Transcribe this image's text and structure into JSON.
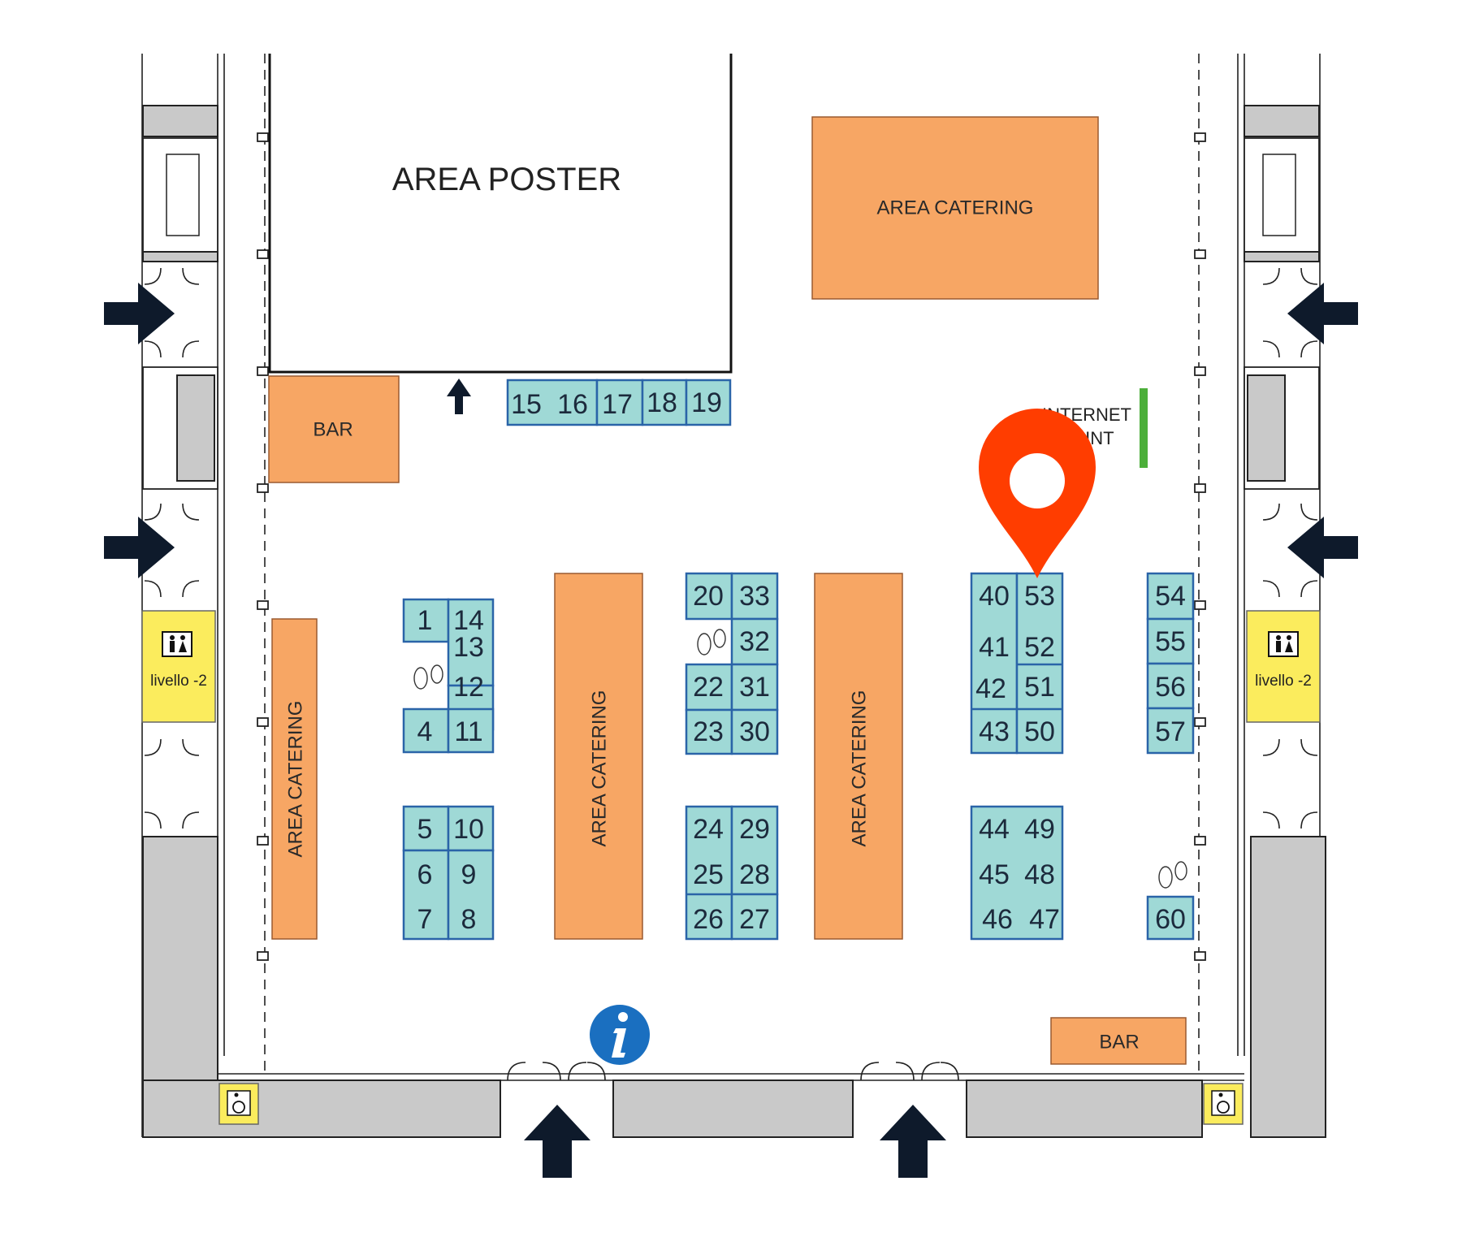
{
  "areas": {
    "poster": "AREA POSTER",
    "catering_top": "AREA CATERING",
    "catering_vertical": "AREA CATERING",
    "bar_top": "BAR",
    "bar_bottom": "BAR",
    "internet_line1": "INTERNET",
    "internet_line2": "POINT",
    "toilet_left": "livello -2",
    "toilet_right": "livello -2"
  },
  "booths": [
    "1",
    "4",
    "5",
    "6",
    "7",
    "8",
    "9",
    "10",
    "11",
    "12",
    "13",
    "14",
    "15",
    "16",
    "17",
    "18",
    "19",
    "20",
    "22",
    "23",
    "24",
    "25",
    "26",
    "27",
    "28",
    "29",
    "30",
    "31",
    "32",
    "33",
    "40",
    "41",
    "42",
    "43",
    "44",
    "45",
    "46",
    "47",
    "48",
    "49",
    "50",
    "51",
    "52",
    "53",
    "54",
    "55",
    "56",
    "57",
    "60"
  ],
  "colors": {
    "booth": "#9fd9d6",
    "booth_border": "#2a64a8",
    "catering": "#f7a664",
    "toilet": "#fbec5d",
    "location_pin": "#ff3d00",
    "info": "#1a6fc0",
    "internet_point": "#4caf3a"
  },
  "icons": {
    "pin": "location-pin-icon",
    "info": "info-icon",
    "toilet": "restroom-icon",
    "wheelchair": "wheelchair-icon",
    "arrow": "entrance-arrow-icon",
    "footprints": "footprints-icon"
  }
}
